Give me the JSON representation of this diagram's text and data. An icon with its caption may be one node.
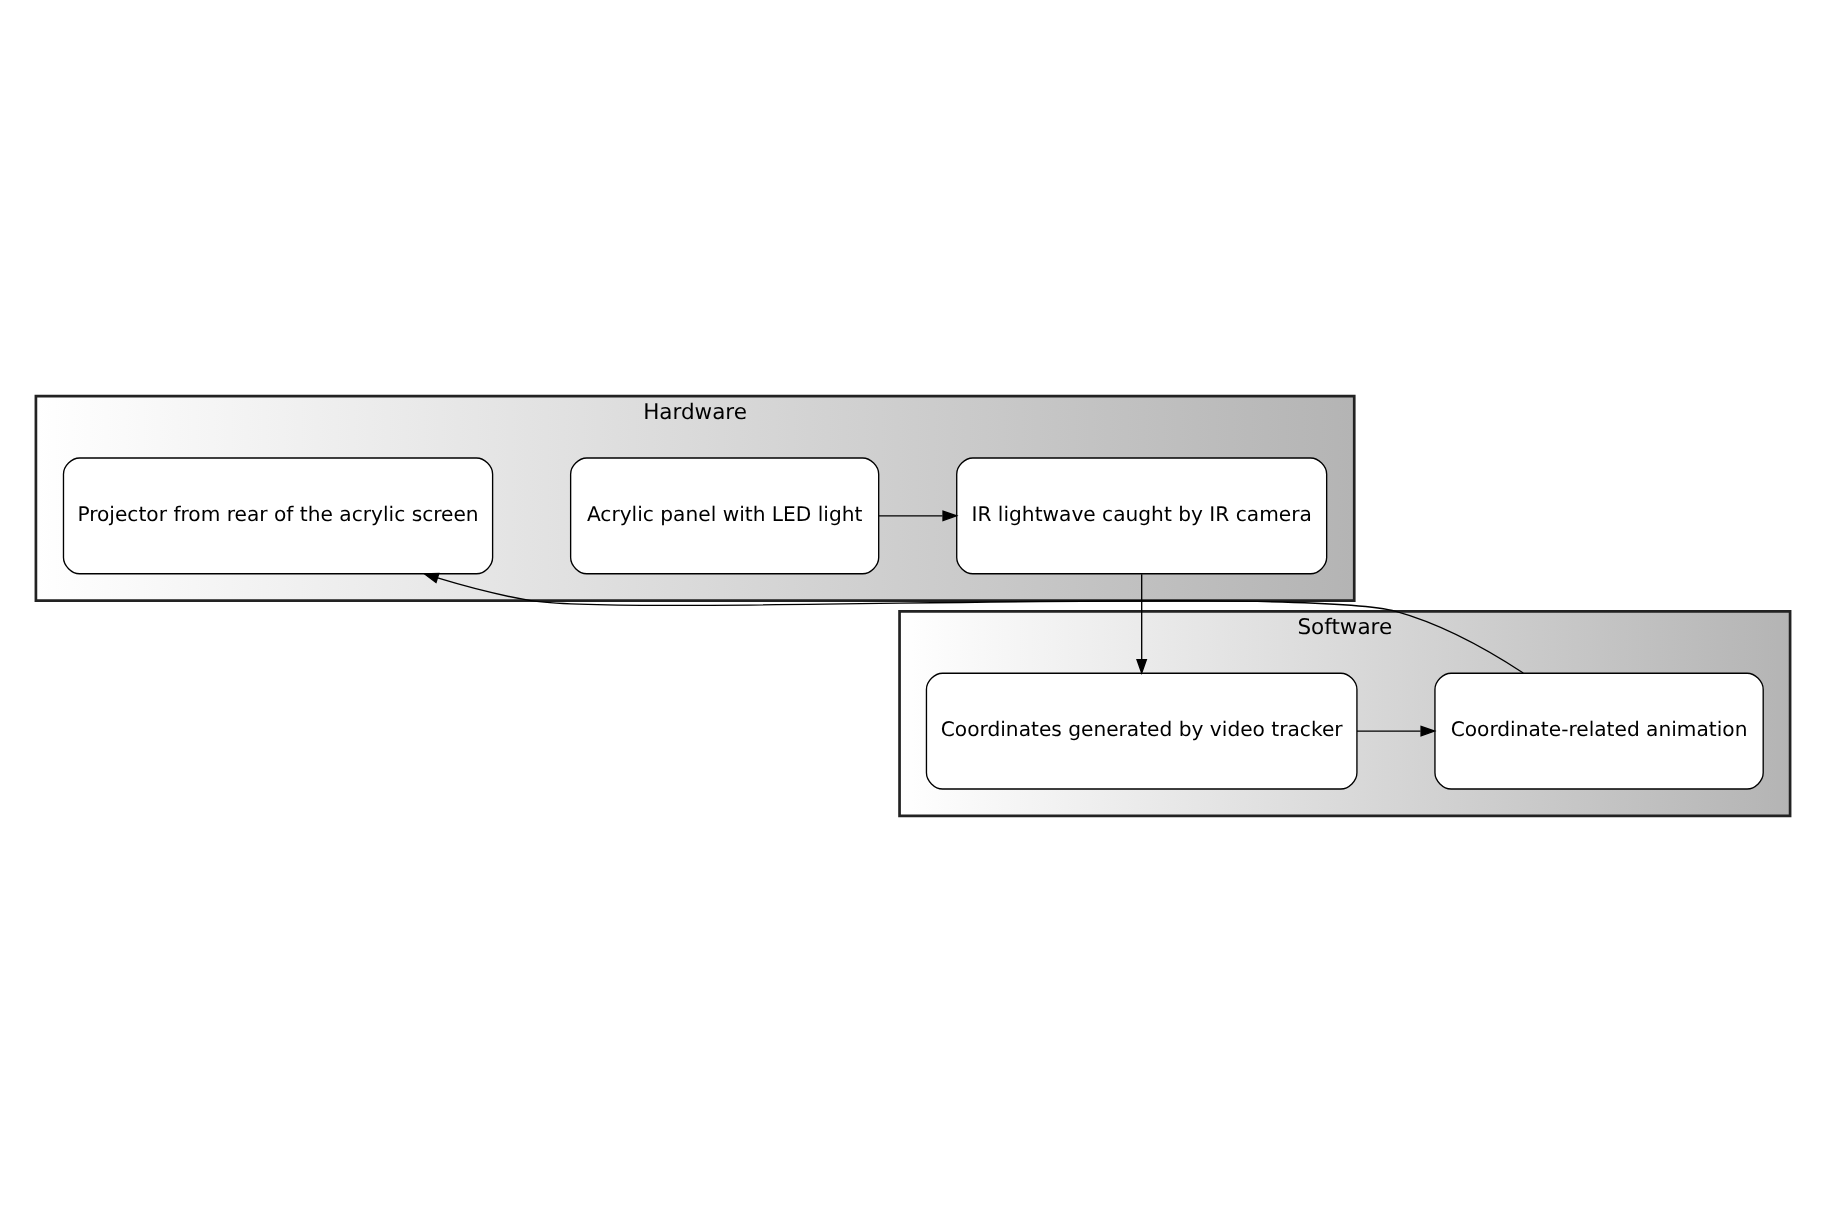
{
  "diagram": {
    "nodes": [
      {
        "text": [
          "Hardware"
        ]
      },
      {
        "text": [
          "Acrylic panel with LED light"
        ],
        "in": 0
      },
      {
        "text": [
          "IR lightwave caught by IR camera"
        ],
        "in": 0
      },
      {
        "text": [
          "Projector from rear of the acrylic screen"
        ],
        "in": 0
      },
      {
        "text": [
          "Software"
        ]
      },
      {
        "text": [
          "Coordinates generated by video tracker"
        ],
        "in": 4
      },
      {
        "text": [
          "Coordinate-related animation"
        ],
        "in": 4
      }
    ],
    "edges": [
      {
        "from": 1,
        "to": 2,
        "arrow": "to"
      },
      {
        "from": 2,
        "to": 5,
        "arrow": "to"
      },
      {
        "from": 5,
        "to": 6,
        "arrow": "to"
      },
      {
        "from": 6,
        "to": 3,
        "arrow": "to"
      }
    ]
  }
}
